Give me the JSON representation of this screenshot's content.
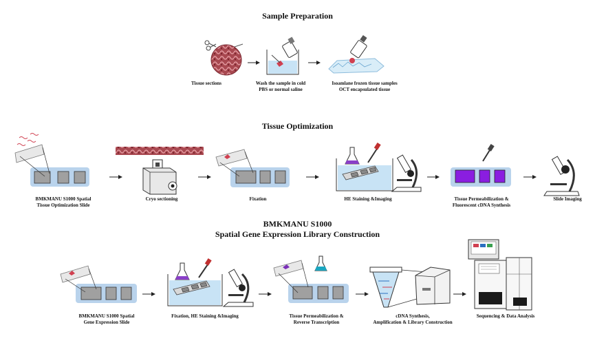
{
  "sections": {
    "sample_prep": {
      "title": "Sample Preparation",
      "steps": [
        "Tissue sections",
        "Wash the sample in cold\nPBS or normal saline",
        "Isoamlane frozen tissue samples\nOCT encapsulated tissue"
      ]
    },
    "tissue_opt": {
      "title": "Tissue Optimization",
      "steps": [
        "BMKMANU S1000 Spatial\nTissue Optimization Slide",
        "Cryo sectioning",
        "Fixation",
        "HE Staining &Imaging",
        "Tissue Permeabilization &\nFluorescent cDNA Synthesis",
        "Slide Imaging"
      ]
    },
    "library": {
      "title_line1": "BMKMANU S1000",
      "title_line2": "Spatial Gene Expression Library Construction",
      "steps": [
        "BMKMANU S1000 Spatial\nGene Expression Slide",
        "Fixation, HE Staining &Imaging",
        "Tissue Permeabilization &\nReverse Transcription",
        "cDNA Synthesis,\nAmplification & Library Construction",
        "Sequencing & Data Analysis"
      ]
    }
  },
  "colors": {
    "slide_blue": "#b9d3ec",
    "water_blue": "#c8e3f5",
    "tissue_red": "#d04050",
    "flask_purple": "#8a3fc8",
    "fluor_purple": "#8a1ee0",
    "flask_teal": "#1aa6c0"
  }
}
